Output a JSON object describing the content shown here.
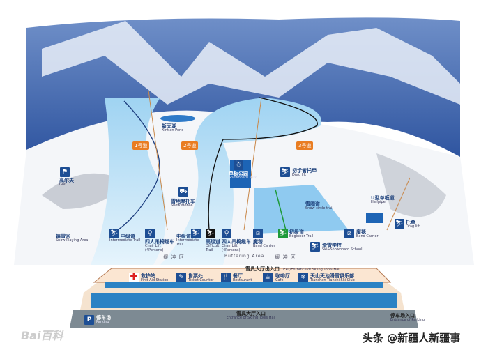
{
  "colors": {
    "trail_blue": "#1e8fd6",
    "trail_light": "#9fd3f2",
    "tag_orange": "#e97d22",
    "building_roof": "#fbe6d2",
    "parking_grey": "#7d8a93",
    "icon_blue": "#1d4e94"
  },
  "pond": {
    "zh": "新天湖",
    "en": "Xintian Pond"
  },
  "trails": [
    "1号道",
    "2号道",
    "3号道"
  ],
  "features": {
    "golf": {
      "zh": "高尔夫",
      "en": "Golf",
      "icon": "golf-flag-icon"
    },
    "snowboard_park": {
      "zh": "单板公园",
      "en": "Snowboard Park",
      "icon": "snowboarder-icon"
    },
    "drag_lift_beginner": {
      "zh": "初学者托牵",
      "en": "Drag lift",
      "icon": "drag-lift-icon"
    },
    "snow_circle": {
      "zh": "雪圈道",
      "en": "Snow circle trail"
    },
    "halfpipe": {
      "zh": "U型单板道",
      "en": "Halfpipe"
    },
    "drag_lift": {
      "zh": "托牵",
      "en": "Drag lift",
      "icon": "drag-lift-icon"
    },
    "snow_mobile": {
      "zh": "雪地摩托车",
      "en": "Snow Mobile",
      "icon": "snowmobile-icon"
    },
    "snow_play": {
      "zh": "嬉雪区",
      "en": "Snow Playing Area"
    },
    "ski_school": {
      "zh": "滑雪学校",
      "en": "Ski&Snowboard School",
      "icon": "ski-school-icon"
    }
  },
  "bottom_row": [
    {
      "zh": "中级道",
      "en": "Intermediate Trail",
      "icon": "skier-icon"
    },
    {
      "zh": "四人吊椅缆车",
      "en": "Chair Lift (4Persons)",
      "icon": "chairlift-icon"
    },
    {
      "zh": "中级道",
      "en": "Intermediate Trail",
      "icon": "skier-icon"
    },
    {
      "zh": "高级道",
      "en": "Difficult Trail",
      "icon": "skier-icon"
    },
    {
      "zh": "四人吊椅缆车",
      "en": "Chair Lift (4Persons)",
      "icon": "chairlift-icon"
    },
    {
      "zh": "魔毯",
      "en": "Band Carrier",
      "icon": "band-carrier-icon"
    },
    {
      "zh": "初级道",
      "en": "Beginner Trail",
      "icon": "skier-icon"
    },
    {
      "zh": "魔毯",
      "en": "Band Carrier",
      "icon": "band-carrier-icon"
    }
  ],
  "buffer": {
    "zh": "· · · 缓 冲 区 · · ·",
    "en": "Buffering Area",
    "zh2": "· · · 缓 冲 区 · · ·"
  },
  "hall_exit": {
    "zh": "雪具大厅出入口",
    "en": "Exit/Entrance of Skiing Tools Hall"
  },
  "building": [
    {
      "zh": "救护站",
      "en": "First Aid Station",
      "icon": "first-aid-icon"
    },
    {
      "zh": "售票处",
      "en": "Ticket Counter",
      "icon": "ticket-icon"
    },
    {
      "zh": "餐厅",
      "en": "Restaurant",
      "icon": "restaurant-icon"
    },
    {
      "zh": "咖啡厅",
      "en": "Cafe",
      "icon": "coffee-icon"
    },
    {
      "zh": "天山天池滑雪俱乐部",
      "en": "Tianshan Tianchi Ski Club",
      "icon": "snowflake-icon"
    }
  ],
  "parking": {
    "zh": "停车场",
    "en": "Parking",
    "icon": "parking-icon"
  },
  "hall_entrance": {
    "zh": "雪具大厅入口",
    "en": "Entrance of Skiing Tools Hall"
  },
  "parking_entrance": {
    "zh": "停车场入口",
    "en": "Entrance of Parking"
  },
  "watermarks": {
    "baidu": "Bai百科",
    "toutiao": "头条 @新疆人新疆事"
  }
}
